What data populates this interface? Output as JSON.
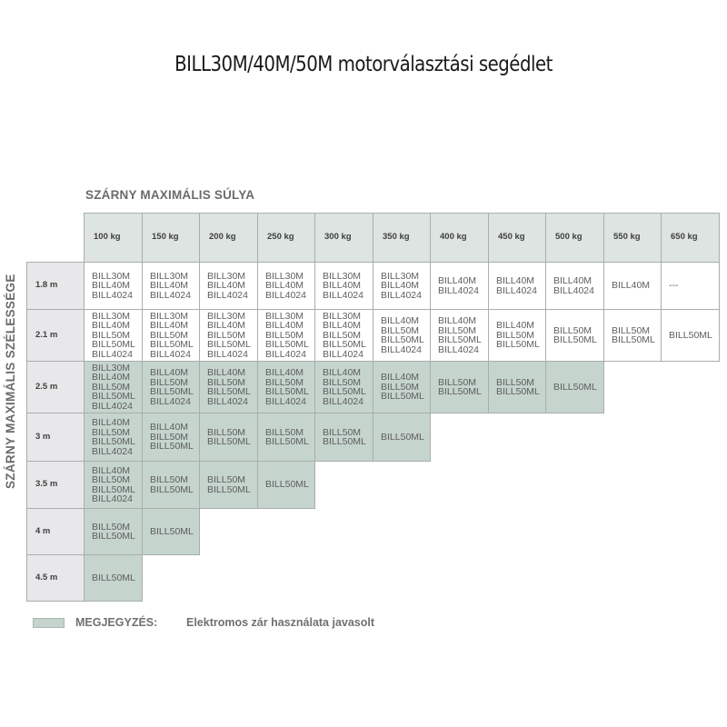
{
  "title": "BILL30M/40M/50M motorválasztási segédlet",
  "x_axis_label": "SZÁRNY MAXIMÁLIS SÚLYA",
  "y_axis_label": "SZÁRNY MAXIMÁLIS SZÉLESSÉGE",
  "colors": {
    "header_bg": "#dde4e2",
    "row_header_bg": "#e8e8ea",
    "highlight": "#c5d4cd",
    "border": "#a9aeac"
  },
  "columns": [
    "100 kg",
    "150 kg",
    "200 kg",
    "250 kg",
    "300 kg",
    "350 kg",
    "400 kg",
    "450 kg",
    "500 kg",
    "550 kg",
    "650 kg"
  ],
  "rows": [
    {
      "label": "1.8 m",
      "highlight": false,
      "cells": [
        [
          "BILL30M",
          "BILL40M",
          "BILL4024"
        ],
        [
          "BILL30M",
          "BILL40M",
          "BILL4024"
        ],
        [
          "BILL30M",
          "BILL40M",
          "BILL4024"
        ],
        [
          "BILL30M",
          "BILL40M",
          "BILL4024"
        ],
        [
          "BILL30M",
          "BILL40M",
          "BILL4024"
        ],
        [
          "BILL30M",
          "BILL40M",
          "BILL4024"
        ],
        [
          "BILL40M",
          "BILL4024"
        ],
        [
          "BILL40M",
          "BILL4024"
        ],
        [
          "BILL40M",
          "BILL4024"
        ],
        [
          "BILL40M"
        ],
        [
          "---"
        ]
      ]
    },
    {
      "label": "2.1 m",
      "highlight": false,
      "cells": [
        [
          "BILL30M",
          "BILL40M",
          "BILL50M",
          "BILL50ML",
          "BILL4024"
        ],
        [
          "BILL30M",
          "BILL40M",
          "BILL50M",
          "BILL50ML",
          "BILL4024"
        ],
        [
          "BILL30M",
          "BILL40M",
          "BILL50M",
          "BILL50ML",
          "BILL4024"
        ],
        [
          "BILL30M",
          "BILL40M",
          "BILL50M",
          "BILL50ML",
          "BILL4024"
        ],
        [
          "BILL30M",
          "BILL40M",
          "BILL50M",
          "BILL50ML",
          "BILL4024"
        ],
        [
          "BILL40M",
          "BILL50M",
          "BILL50ML",
          "BILL4024"
        ],
        [
          "BILL40M",
          "BILL50M",
          "BILL50ML",
          "BILL4024"
        ],
        [
          "BILL40M",
          "BILL50M",
          "BILL50ML"
        ],
        [
          "BILL50M",
          "BILL50ML"
        ],
        [
          "BILL50M",
          "BILL50ML"
        ],
        [
          "BILL50ML"
        ]
      ]
    },
    {
      "label": "2.5 m",
      "highlight": true,
      "cells": [
        [
          "BILL30M",
          "BILL40M",
          "BILL50M",
          "BILL50ML",
          "BILL4024"
        ],
        [
          "BILL40M",
          "BILL50M",
          "BILL50ML",
          "BILL4024"
        ],
        [
          "BILL40M",
          "BILL50M",
          "BILL50ML",
          "BILL4024"
        ],
        [
          "BILL40M",
          "BILL50M",
          "BILL50ML",
          "BILL4024"
        ],
        [
          "BILL40M",
          "BILL50M",
          "BILL50ML",
          "BILL4024"
        ],
        [
          "BILL40M",
          "BILL50M",
          "BILL50ML"
        ],
        [
          "BILL50M",
          "BILL50ML"
        ],
        [
          "BILL50M",
          "BILL50ML"
        ],
        [
          "BILL50ML"
        ]
      ]
    },
    {
      "label": "3 m",
      "highlight": true,
      "cells": [
        [
          "BILL40M",
          "BILL50M",
          "BILL50ML",
          "BILL4024"
        ],
        [
          "BILL40M",
          "BILL50M",
          "BILL50ML"
        ],
        [
          "BILL50M",
          "BILL50ML"
        ],
        [
          "BILL50M",
          "BILL50ML"
        ],
        [
          "BILL50M",
          "BILL50ML"
        ],
        [
          "BILL50ML"
        ]
      ]
    },
    {
      "label": "3.5 m",
      "highlight": true,
      "cells": [
        [
          "BILL40M",
          "BILL50M",
          "BILL50ML",
          "BILL4024"
        ],
        [
          "BILL50M",
          "BILL50ML"
        ],
        [
          "BILL50M",
          "BILL50ML"
        ],
        [
          "BILL50ML"
        ]
      ]
    },
    {
      "label": "4 m",
      "highlight": true,
      "cells": [
        [
          "BILL50M",
          "BILL50ML"
        ],
        [
          "BILL50ML"
        ]
      ]
    },
    {
      "label": "4.5 m",
      "highlight": true,
      "cells": [
        [
          "BILL50ML"
        ]
      ]
    }
  ],
  "legend": {
    "label": "MEGJEGYZÉS:",
    "text": "Elektromos zár használata javasolt"
  }
}
